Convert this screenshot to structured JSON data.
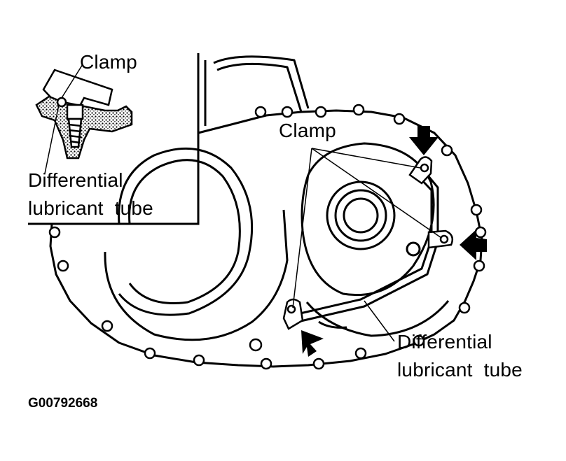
{
  "inset": {
    "clamp_label": "Clamp",
    "tube_label_line1": "Differential",
    "tube_label_line2": "lubricant  tube"
  },
  "main": {
    "clamp_label": "Clamp",
    "tube_label_line1": "Differential",
    "tube_label_line2": "lubricant  tube"
  },
  "figure_code": "G00792668",
  "colors": {
    "ink": "#000000",
    "paper": "#ffffff"
  }
}
